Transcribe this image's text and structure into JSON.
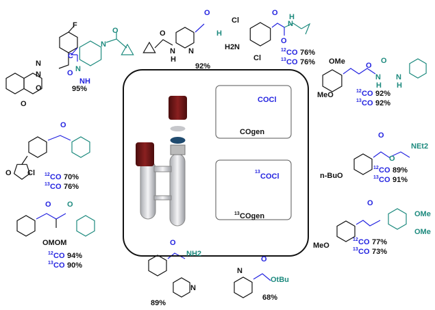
{
  "colors": {
    "carbonyl": "#2323e0",
    "fragment": "#1d8a7e",
    "core": "#111111",
    "cap": "#6b1414",
    "septum": "#1f4a6e"
  },
  "reagents": {
    "cogen": {
      "label": "COgen",
      "group": "COCl"
    },
    "cogen13": {
      "label_sup": "13",
      "label": "COgen",
      "group_sup": "13",
      "group": "COCl"
    }
  },
  "compounds": [
    {
      "atoms": [
        "F",
        "N",
        "N",
        "O",
        "O",
        "N",
        "N",
        "NH",
        "O"
      ],
      "yield": "95%"
    },
    {
      "atoms": [
        "O",
        "N",
        "H",
        "N",
        "O",
        "H"
      ],
      "yield": "92%"
    },
    {
      "atoms": [
        "Cl",
        "H2N",
        "Cl",
        "O",
        "O",
        "N",
        "H"
      ],
      "y12": "76%",
      "y13": "76%"
    },
    {
      "atoms": [
        "OMe",
        "MeO",
        "O",
        "O",
        "N",
        "H",
        "N",
        "H"
      ],
      "y12": "92%",
      "y13": "92%"
    },
    {
      "atoms": [
        "O",
        "O",
        "NEt2",
        "n-BuO"
      ],
      "y12": "89%",
      "y13": "91%"
    },
    {
      "atoms": [
        "O",
        "O",
        "Cl"
      ],
      "y12": "70%",
      "y13": "76%"
    },
    {
      "atoms": [
        "O",
        "O",
        "OMOM"
      ],
      "y12": "94%",
      "y13": "90%"
    },
    {
      "atoms": [
        "O",
        "NH2",
        "N"
      ],
      "yield": "89%"
    },
    {
      "atoms": [
        "O",
        "N",
        "OtBu"
      ],
      "yield": "68%"
    },
    {
      "atoms": [
        "O",
        "MeO",
        "OMe",
        "OMe"
      ],
      "y12": "77%",
      "y13": "73%"
    }
  ],
  "iso": {
    "c12": "12",
    "c13": "13",
    "co": "CO"
  }
}
